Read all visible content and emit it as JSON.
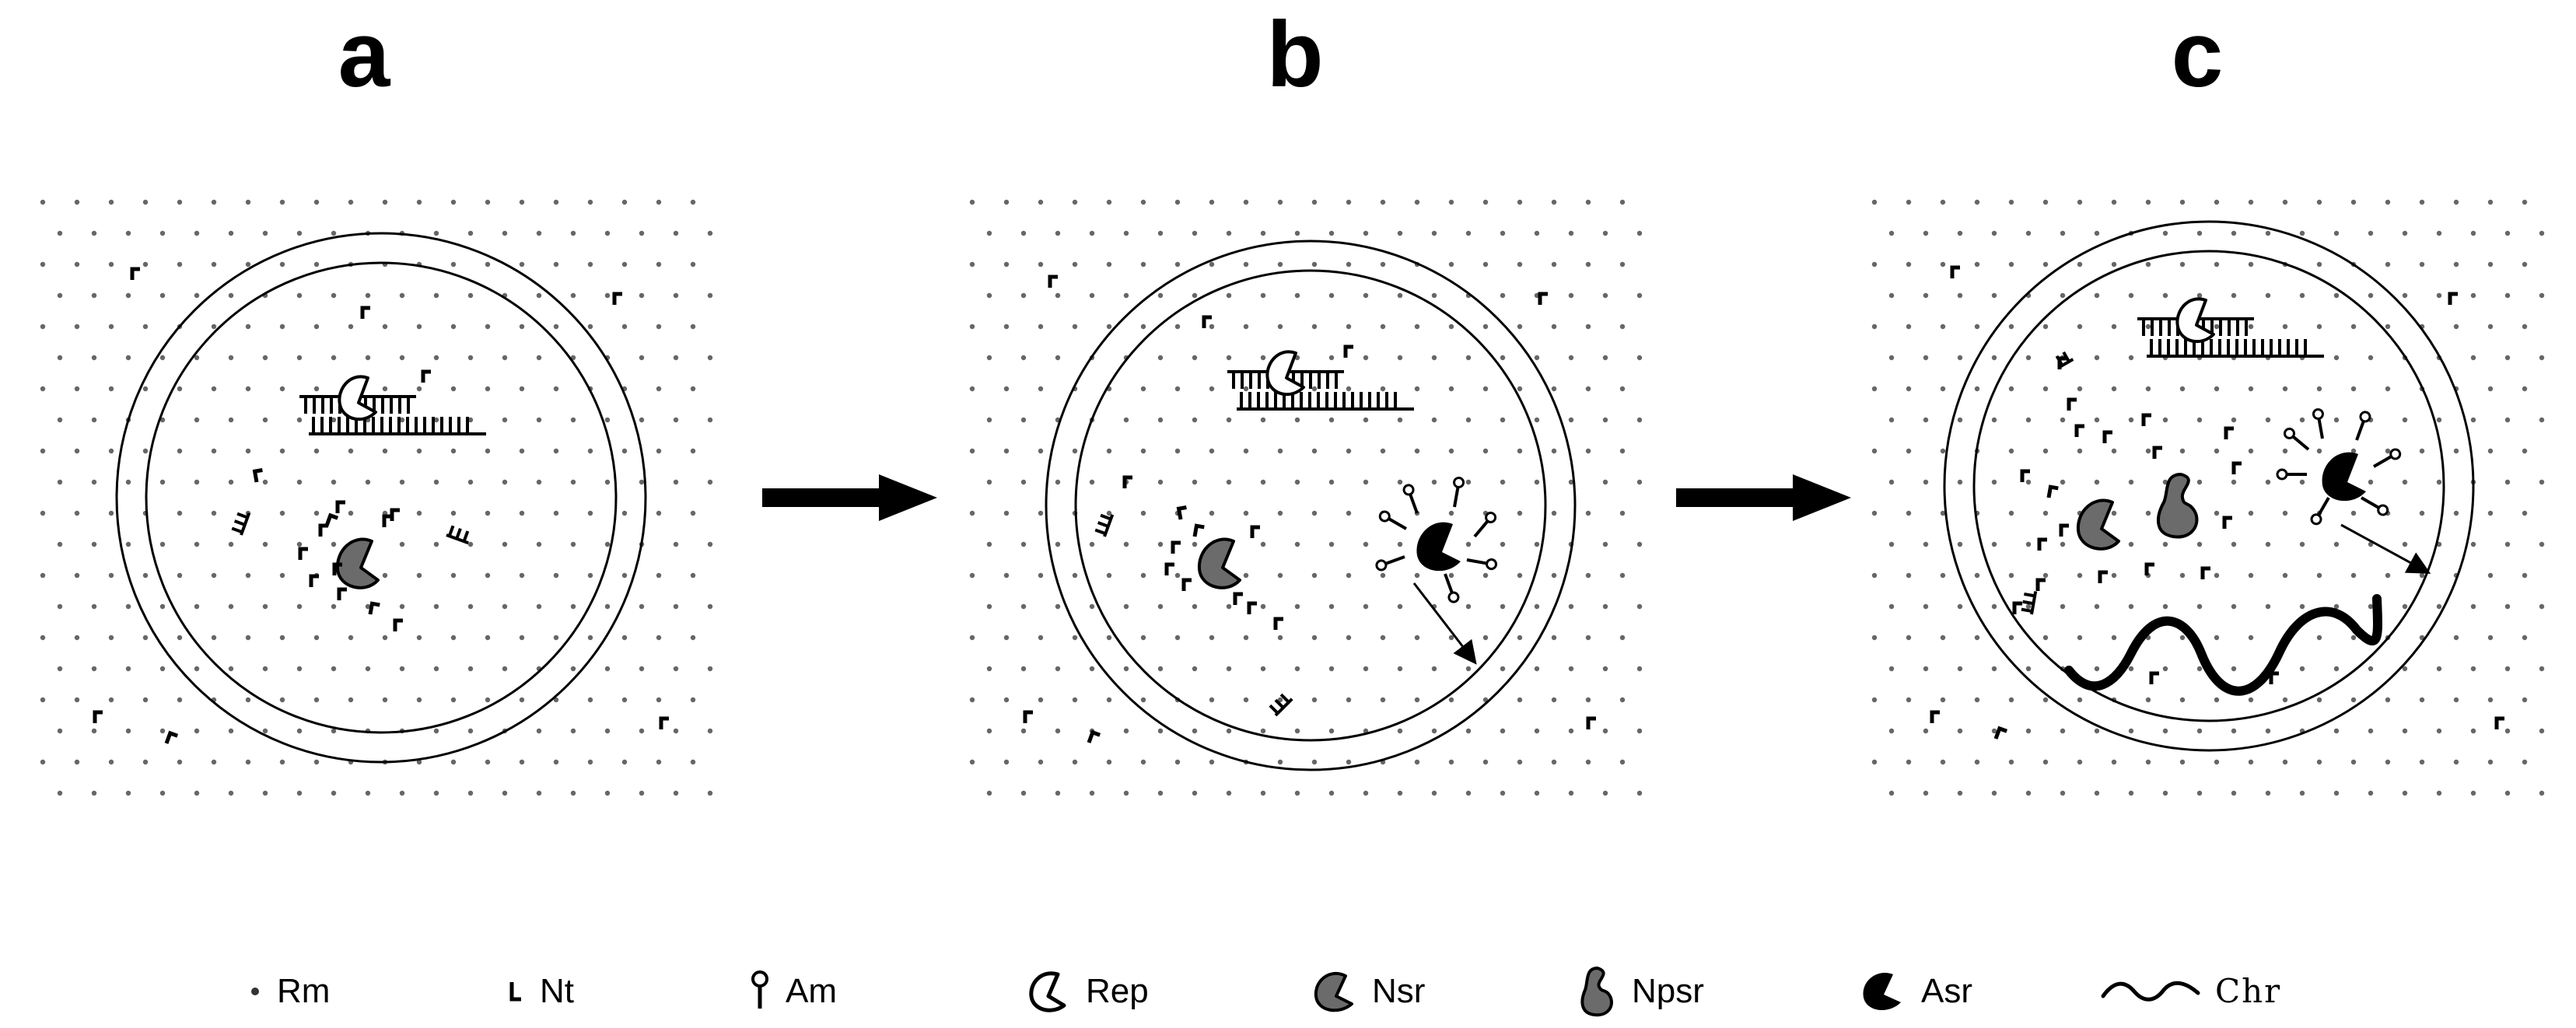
{
  "panels": [
    {
      "label": "a"
    },
    {
      "label": "b"
    },
    {
      "label": "c"
    }
  ],
  "legend": [
    {
      "symbol": "dot-icon",
      "label": "Rm"
    },
    {
      "symbol": "nt-bracket-icon",
      "label": "Nt"
    },
    {
      "symbol": "lollipop-icon",
      "label": "Am"
    },
    {
      "symbol": "pacman-outline-icon",
      "label": "Rep"
    },
    {
      "symbol": "gray-pacman-icon",
      "label": "Nsr"
    },
    {
      "symbol": "gray-kidney-icon",
      "label": "Npsr"
    },
    {
      "symbol": "black-pacman-icon",
      "label": "Asr"
    },
    {
      "symbol": "wavy-line-icon",
      "label": "Chr"
    }
  ],
  "colors": {
    "ink": "#000000",
    "dots": "#666666",
    "gray_fill": "#6b6b6b"
  }
}
